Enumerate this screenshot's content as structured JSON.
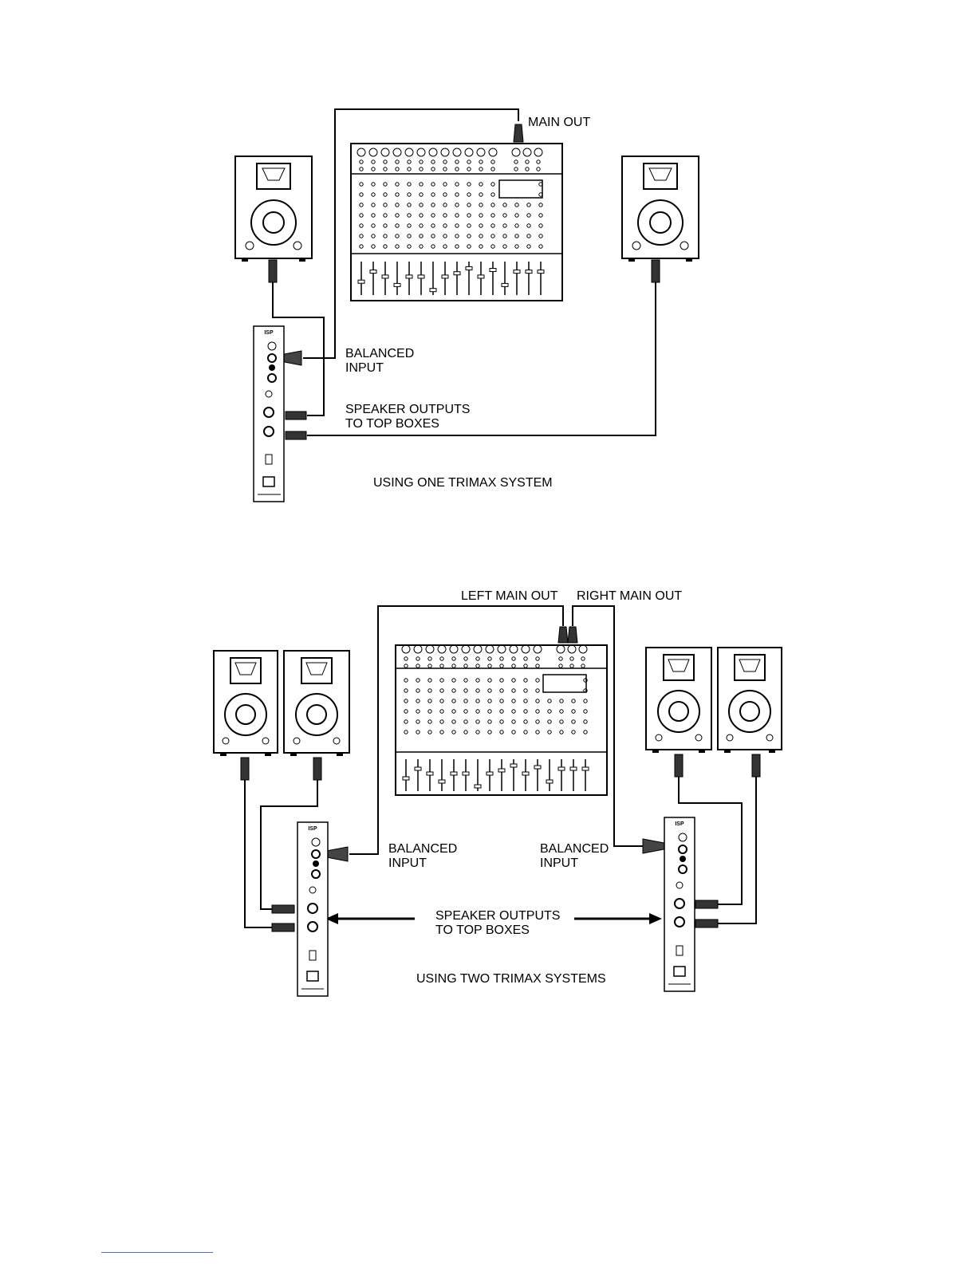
{
  "diagram_one": {
    "main_out": "MAIN OUT",
    "balanced_input_line1": "BALANCED",
    "balanced_input_line2": "INPUT",
    "speaker_outputs_line1": "SPEAKER OUTPUTS",
    "speaker_outputs_line2": "TO TOP BOXES",
    "caption": "USING ONE TRIMAX SYSTEM"
  },
  "diagram_two": {
    "left_main_out": "LEFT MAIN OUT",
    "right_main_out": "RIGHT MAIN OUT",
    "balanced_input_left_line1": "BALANCED",
    "balanced_input_left_line2": "INPUT",
    "balanced_input_right_line1": "BALANCED",
    "balanced_input_right_line2": "INPUT",
    "speaker_outputs_line1": "SPEAKER OUTPUTS",
    "speaker_outputs_line2": "TO TOP BOXES",
    "caption": "USING TWO TRIMAX SYSTEMS"
  },
  "amp_logo": "ISP",
  "colors": {
    "line": "#000000",
    "background": "#ffffff",
    "footer_rule": "#5b6fc9"
  }
}
